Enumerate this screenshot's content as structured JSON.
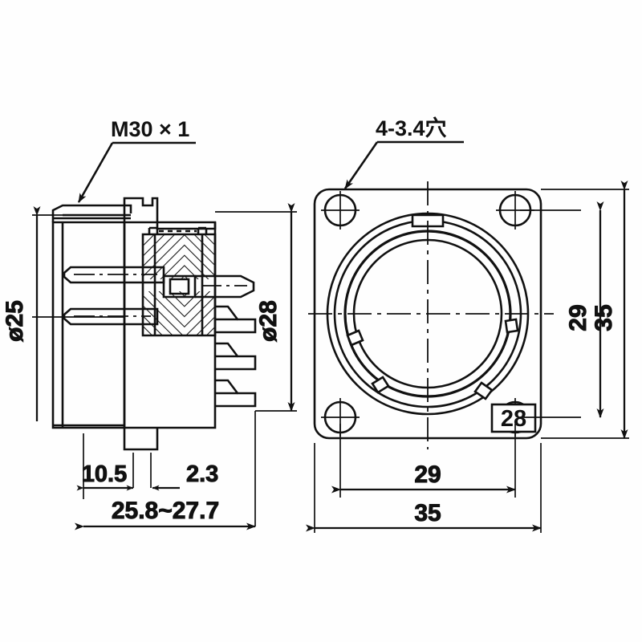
{
  "drawing": {
    "title": "Circular Connector Receptacle Dimensional Drawing",
    "background_color": "#fefefe",
    "line_color": "#111111",
    "units": "mm"
  },
  "side_view": {
    "name": "side-section-view",
    "callout_thread": {
      "label": "M30 × 1",
      "icon": "leader-arrow-icon"
    },
    "dimensions": {
      "diameter_25": "ø25",
      "diameter_28": "ø28",
      "length_10_5": "10.5",
      "length_2_3": "2.3",
      "length_total": "25.8~27.7"
    }
  },
  "front_view": {
    "name": "front-flange-view",
    "callout_holes": {
      "label": "4-3.4穴",
      "icon": "leader-arrow-icon"
    },
    "boxed_note": "28",
    "dimensions": {
      "hole_pitch_horizontal": "29",
      "flange_width": "35",
      "hole_pitch_vertical": "29",
      "flange_height": "35"
    }
  }
}
